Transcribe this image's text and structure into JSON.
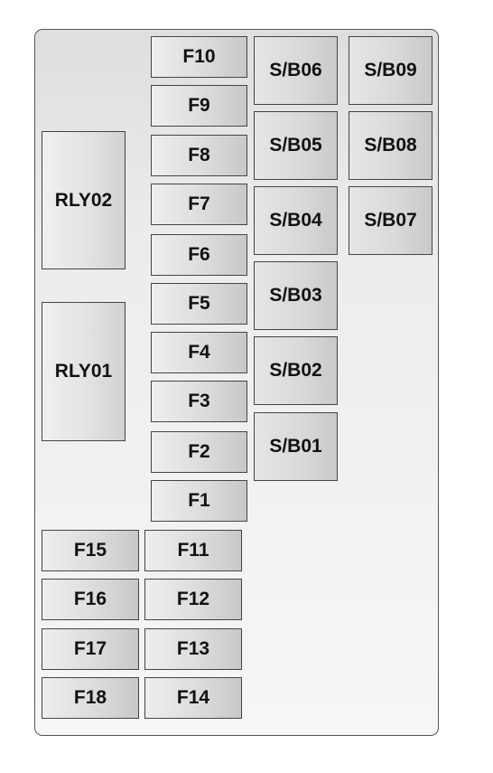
{
  "relays": {
    "rly02": "RLY02",
    "rly01": "RLY01"
  },
  "fuses_center": {
    "f10": "F10",
    "f9": "F9",
    "f8": "F8",
    "f7": "F7",
    "f6": "F6",
    "f5": "F5",
    "f4": "F4",
    "f3": "F3",
    "f2": "F2",
    "f1": "F1"
  },
  "fuses_bottom": {
    "f15": "F15",
    "f16": "F16",
    "f17": "F17",
    "f18": "F18",
    "f11": "F11",
    "f12": "F12",
    "f13": "F13",
    "f14": "F14"
  },
  "sb_left": {
    "sb06": "S/B06",
    "sb05": "S/B05",
    "sb04": "S/B04",
    "sb03": "S/B03",
    "sb02": "S/B02",
    "sb01": "S/B01"
  },
  "sb_right": {
    "sb09": "S/B09",
    "sb08": "S/B08",
    "sb07": "S/B07"
  }
}
